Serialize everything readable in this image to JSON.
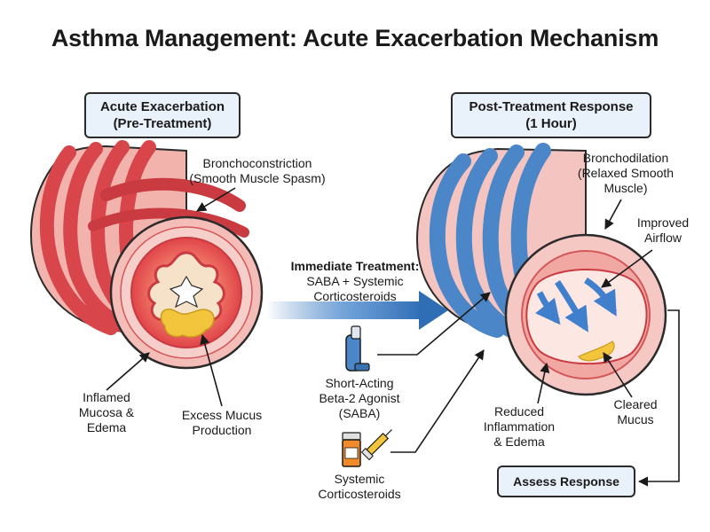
{
  "title": "Asthma Management: Acute Exacerbation Mechanism",
  "panels": {
    "pre": {
      "line1": "Acute Exacerbation",
      "line2": "(Pre-Treatment)"
    },
    "post": {
      "line1": "Post-Treatment Response",
      "line2": "(1 Hour)"
    }
  },
  "labels": {
    "bronchoconstriction": {
      "line1": "Bronchoconstriction",
      "line2": "(Smooth Muscle Spasm)"
    },
    "inflamed_mucosa": {
      "line1": "Inflamed",
      "line2": "Mucosa &",
      "line3": "Edema"
    },
    "excess_mucus": {
      "line1": "Excess Mucus",
      "line2": "Production"
    },
    "bronchodilation": {
      "line1": "Bronchodilation",
      "line2": "(Relaxed Smooth",
      "line3": "Muscle)"
    },
    "improved_airflow": {
      "line1": "Improved",
      "line2": "Airflow"
    },
    "reduced_inflammation": {
      "line1": "Reduced",
      "line2": "Inflammation",
      "line3": "& Edema"
    },
    "cleared_mucus": {
      "line1": "Cleared",
      "line2": "Mucus"
    }
  },
  "treatment": {
    "title": "Immediate Treatment:",
    "line2": "SABA + Systemic",
    "line3": "Corticosteroids"
  },
  "saba": {
    "line1": "Short-Acting",
    "line2": "Beta-2 Agonist",
    "line3": "(SABA)"
  },
  "systemic": {
    "line1": "Systemic",
    "line2": "Corticosteroids"
  },
  "assess_button": "Assess Response",
  "icons": [
    "inhaler-icon",
    "pill-bottle-icon",
    "syringe-icon"
  ],
  "colors": {
    "muscle_spasm": "#d8454a",
    "muscle_relaxed": "#4a86c8",
    "tissue": "#f4b8b4",
    "mucus": "#f2c53d",
    "treatment_arrow": "#2f6db5",
    "box_fill": "#e9f1fb"
  }
}
